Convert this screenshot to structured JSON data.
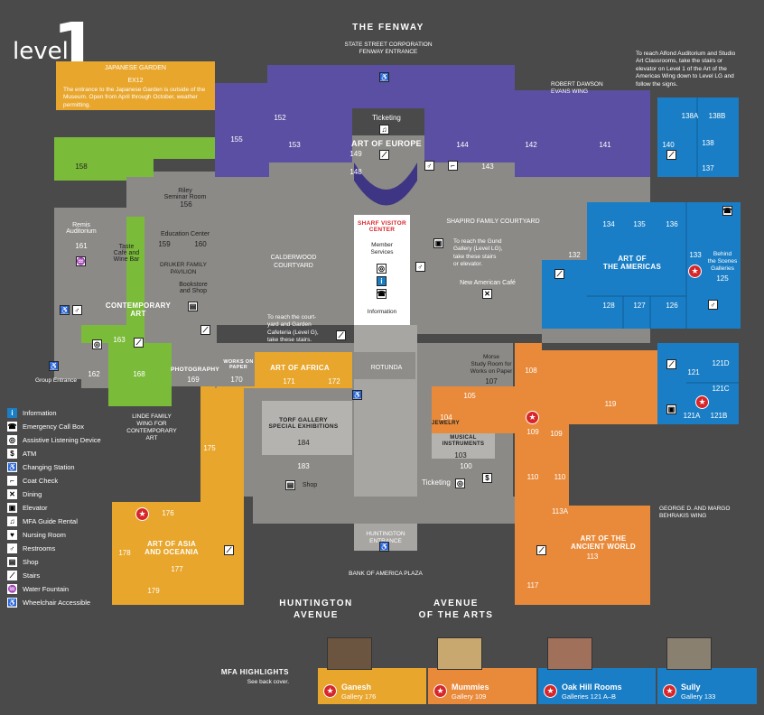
{
  "level": {
    "word": "level",
    "number": "1"
  },
  "streets": {
    "fenway": "THE FENWAY",
    "huntington": "HUNTINGTON\nAVENUE",
    "arts": "AVENUE\nOF THE ARTS"
  },
  "entrances": {
    "fenway": "STATE STREET CORPORATION\nFENWAY ENTRANCE",
    "huntington": "HUNTINGTON\nENTRANCE",
    "bank_plaza": "BANK OF AMERICA PLAZA"
  },
  "wings": {
    "robert_dawson": "ROBERT DAWSON\nEVANS WING",
    "linde": "LINDE FAMILY\nWING FOR\nCONTEMPORARY\nART",
    "behrakis": "GEORGE D. AND MARGO\nBEHRAKIS WING"
  },
  "notes": {
    "alfond": "To reach Alfond Auditorium and Studio Art Classrooms, take the stairs or elevator on Level 1 of the Art of the Americas Wing down to Level LG and follow the signs.",
    "courtyard": "To reach the court-\nyard and Garden\nCafeteria (Level G),\ntake these stairs.",
    "gund": "To reach the Gund\nGallery (Level LG),\ntake these stairs\nor elevator."
  },
  "japanese_garden": {
    "title": "JAPANESE GARDEN",
    "code": "EX12",
    "text": "The entrance to the Japanese Garden is outside of the Museum. Open from April through October, weather permitting."
  },
  "galleries": {
    "europe": "ART OF EUROPE",
    "americas": "ART OF\nTHE AMERICAS",
    "contemporary": "CONTEMPORARY\nART",
    "africa": "ART OF AFRICA",
    "asia": "ART OF ASIA\nAND OCEANIA",
    "ancient": "ART OF THE\nANCIENT WORLD",
    "photography": "PHOTOGRAPHY",
    "works_on_paper": "WORKS ON\nPAPER",
    "special": "TORF GALLERY\nSPECIAL EXHIBITIONS",
    "jewelry": "JEWELRY",
    "instruments": "MUSICAL\nINSTRUMENTS",
    "behind_scenes": "Behind\nthe Scenes\nGalleries"
  },
  "spaces": {
    "sharf": "SHARF VISITOR\nCENTER",
    "member": "Member\nServices",
    "information": "Information",
    "ticketing_top": "Ticketing",
    "ticketing_bottom": "Ticketing",
    "shapiro": "SHAPIRO FAMILY COURTYARD",
    "calderwood": "CALDERWOOD\nCOURTYARD",
    "new_american_cafe": "New American Café",
    "rotunda": "ROTUNDA",
    "remis": "Remis\nAuditorium",
    "riley": "Riley\nSeminar Room",
    "education": "Education Center",
    "druker": "DRUKER FAMILY\nPAVILION",
    "taste": "Taste\nCafé and\nWine Bar",
    "bookstore": "Bookstore\nand Shop",
    "shop": "Shop",
    "morse": "Morse\nStudy Room for\nWorks on Paper",
    "group_entrance": "Group Entrance"
  },
  "rooms": {
    "r152": "152",
    "r153": "153",
    "r155": "155",
    "r149": "149",
    "r148": "148",
    "r144": "144",
    "r143": "143",
    "r142": "142",
    "r141": "141",
    "r138a": "138A",
    "r138b": "138B",
    "r140": "140",
    "r138": "138",
    "r137": "137",
    "r134": "134",
    "r135": "135",
    "r136": "136",
    "r132": "132",
    "r133": "133",
    "r125": "125",
    "r128": "128",
    "r127": "127",
    "r126": "126",
    "r121": "121",
    "r121d": "121D",
    "r121c": "121C",
    "r121a": "121A",
    "r121b": "121B",
    "r158": "158",
    "r156": "156",
    "r161": "161",
    "r159": "159",
    "r160": "160",
    "r163": "163",
    "r162": "162",
    "r168": "168",
    "r169": "169",
    "r170": "170",
    "r171": "171",
    "r172": "172",
    "r107": "107",
    "r108": "108",
    "r105": "105",
    "r119": "119",
    "r104": "104",
    "r109a": "109",
    "r109b": "109",
    "r184": "184",
    "r103": "103",
    "r183": "183",
    "r100": "100",
    "r175": "175",
    "r110a": "110",
    "r110b": "110",
    "r176": "176",
    "r178": "178",
    "r177": "177",
    "r179": "179",
    "r113a": "113A",
    "r113": "113",
    "r117": "117"
  },
  "legend": [
    {
      "icon": "i",
      "name": "information-icon",
      "label": "Information"
    },
    {
      "icon": "☎",
      "name": "emergency-call-box-icon",
      "label": "Emergency Call Box"
    },
    {
      "icon": "◎",
      "name": "assistive-listening-icon",
      "label": "Assistive Listening Device"
    },
    {
      "icon": "$",
      "name": "atm-icon",
      "label": "ATM"
    },
    {
      "icon": "♿",
      "name": "changing-station-icon",
      "label": "Changing Station"
    },
    {
      "icon": "⌐",
      "name": "coat-check-icon",
      "label": "Coat Check"
    },
    {
      "icon": "✕",
      "name": "dining-icon",
      "label": "Dining"
    },
    {
      "icon": "▣",
      "name": "elevator-icon",
      "label": "Elevator"
    },
    {
      "icon": "♫",
      "name": "guide-rental-icon",
      "label": "MFA Guide Rental"
    },
    {
      "icon": "♥",
      "name": "nursing-room-icon",
      "label": "Nursing Room"
    },
    {
      "icon": "♂",
      "name": "restrooms-icon",
      "label": "Restrooms"
    },
    {
      "icon": "▤",
      "name": "shop-icon",
      "label": "Shop"
    },
    {
      "icon": "⟋",
      "name": "stairs-icon",
      "label": "Stairs"
    },
    {
      "icon": "♒",
      "name": "water-fountain-icon",
      "label": "Water Fountain"
    },
    {
      "icon": "♿",
      "name": "wheelchair-icon",
      "label": "Wheelchair Accessible"
    }
  ],
  "highlights": {
    "header": "MFA HIGHLIGHTS",
    "sub": "See back cover.",
    "items": [
      {
        "title": "Ganesh",
        "sub": "Gallery 176",
        "color": "#e8a62c"
      },
      {
        "title": "Mummies",
        "sub": "Gallery 109",
        "color": "#e98a3a"
      },
      {
        "title": "Oak Hill Rooms",
        "sub": "Galleries 121 A–B",
        "color": "#1a7ec6"
      },
      {
        "title": "Sully",
        "sub": "Gallery 133",
        "color": "#1a7ec6"
      }
    ]
  },
  "colors": {
    "europe": "#5b4fa3",
    "americas": "#1a7ec6",
    "contemporary": "#7bbb3a",
    "orange": "#e98a3a",
    "yellow": "#e8a62c",
    "gray": "#8c8a87",
    "lightgray": "#b5b3b0",
    "background": "#4a4a4a"
  }
}
